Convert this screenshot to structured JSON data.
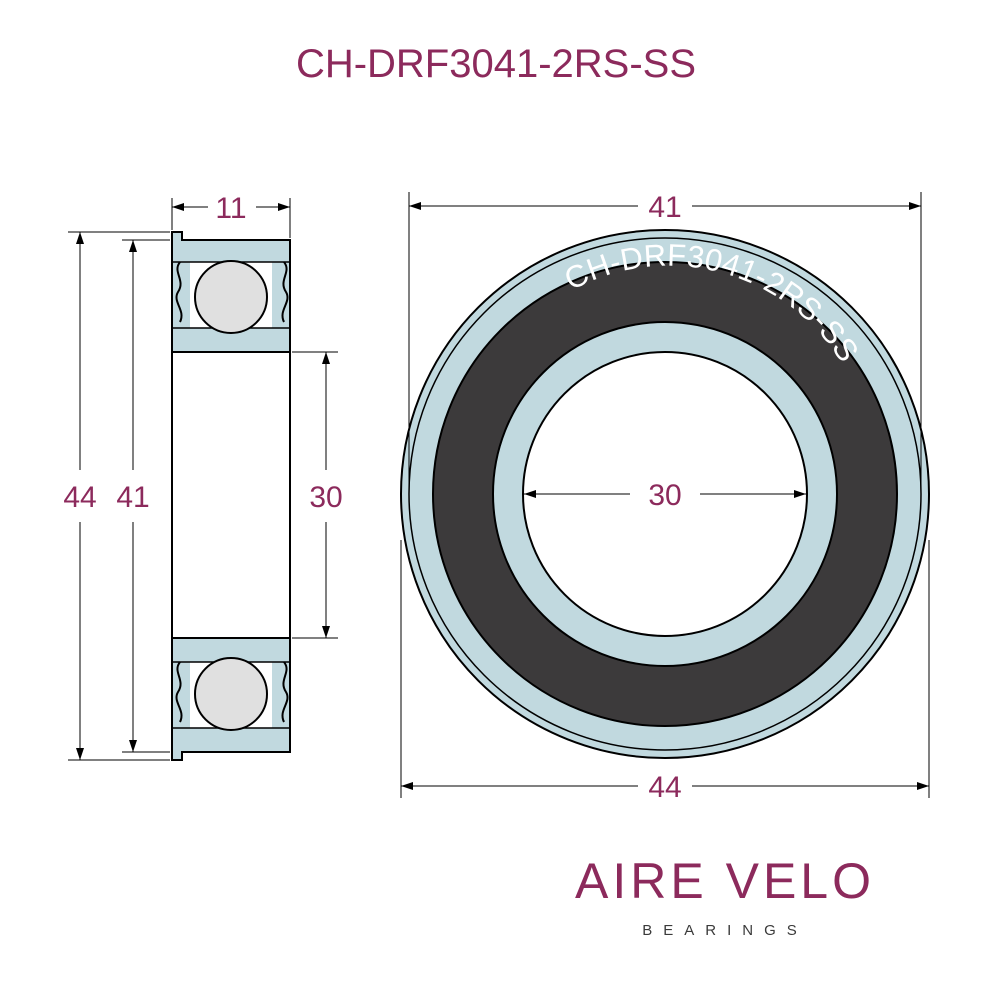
{
  "title": "CH-DRF3041-2RS-SS",
  "face_text": "CH-DRF3041-2RS-SS",
  "dimensions": {
    "width": "11",
    "flange_od": "44",
    "outer_d": "41",
    "inner_d": "30",
    "front_outer": "41",
    "front_inner": "30",
    "front_flange": "44"
  },
  "brand": {
    "name": "AIRE VELO",
    "sub": "BEARINGS"
  },
  "colors": {
    "accent": "#8c2a5c",
    "ring": "#c1d9df",
    "seal": "#3c3a3b",
    "ball": "#e0e0e0"
  }
}
